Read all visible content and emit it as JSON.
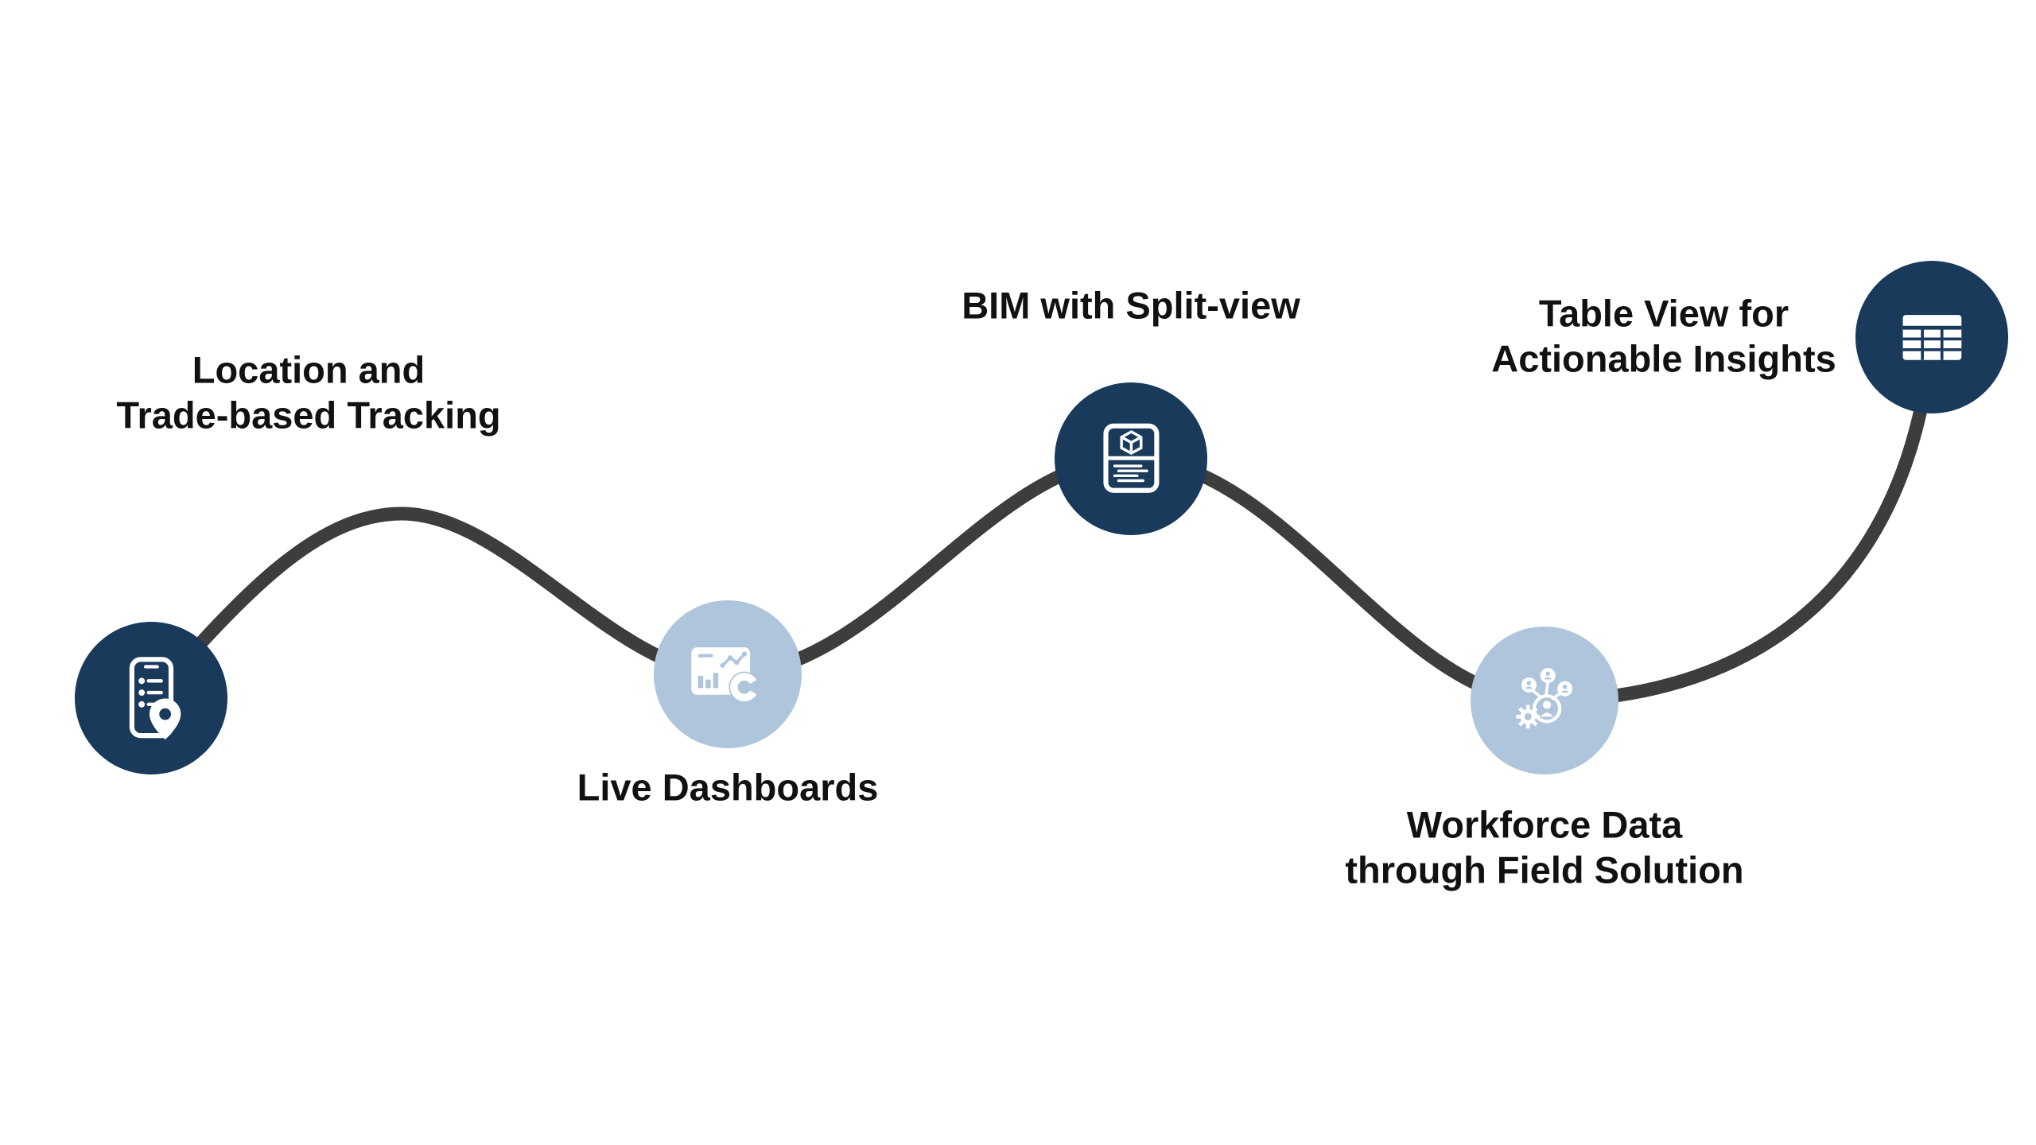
{
  "diagram": {
    "type": "process-journey",
    "nodes": [
      {
        "label": "Location and\nTrade-based Tracking",
        "icon": "phone-location-checklist-icon",
        "style": "dark"
      },
      {
        "label": "Live Dashboards",
        "icon": "dashboard-charts-icon",
        "style": "light"
      },
      {
        "label": "BIM with Split-view",
        "icon": "bim-model-split-icon",
        "style": "dark"
      },
      {
        "label": "Workforce Data\nthrough Field Solution",
        "icon": "workforce-network-gear-icon",
        "style": "light"
      },
      {
        "label": "Table View for\nActionable Insights",
        "icon": "table-grid-icon",
        "style": "dark"
      }
    ]
  },
  "colors": {
    "navy": "#1a3a5c",
    "light_blue": "#aec5dc",
    "line": "#3d3d3d",
    "text": "#111111",
    "background": "#ffffff"
  }
}
